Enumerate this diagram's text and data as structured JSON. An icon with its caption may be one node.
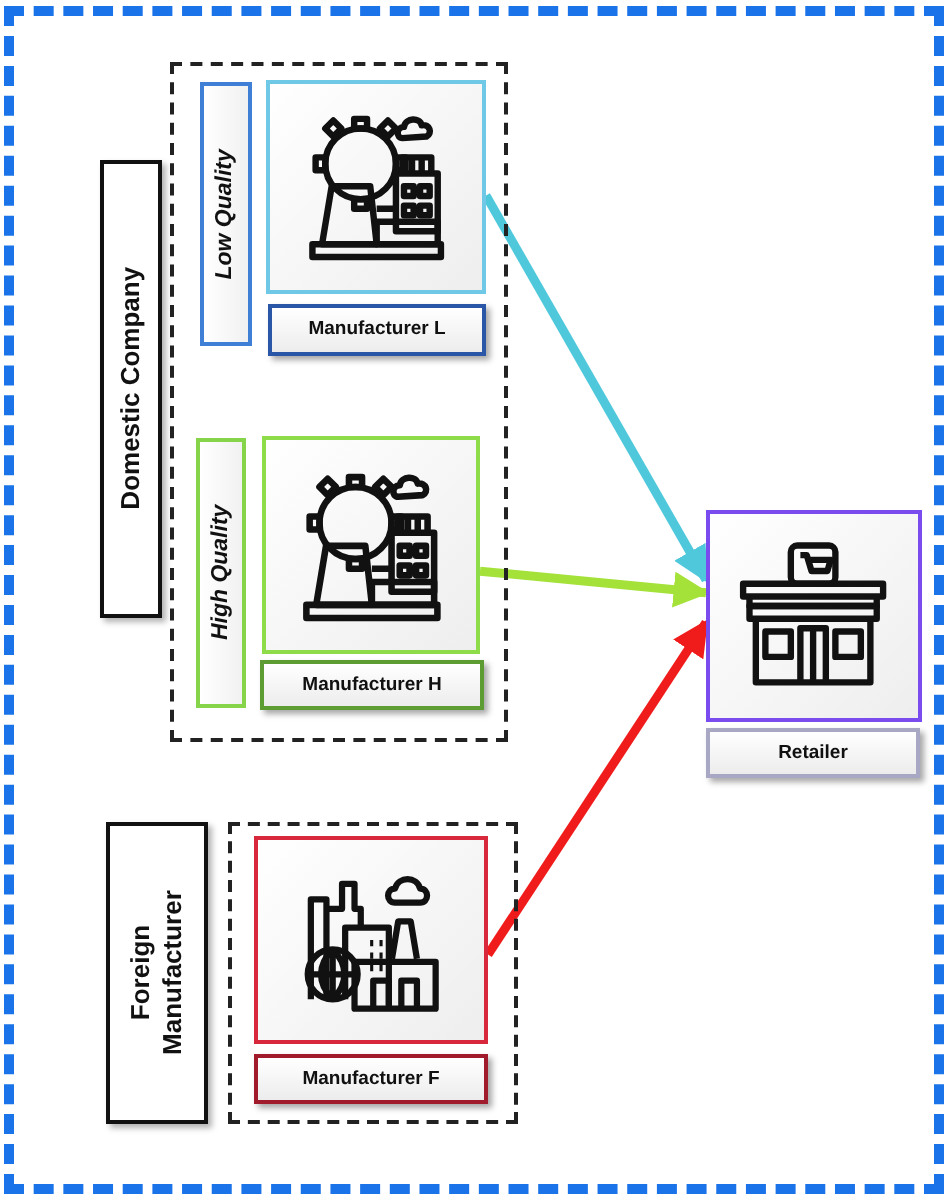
{
  "diagram": {
    "nodes": [
      {
        "text": [
          "Domestic Company"
        ]
      },
      {
        "text": [],
        "shape": "box"
      },
      {
        "text": [
          "Low Quality"
        ],
        "in": 1
      },
      {
        "text": [],
        "shape": "picture",
        "in": 1
      },
      {
        "text": [
          "Manufacturer L"
        ],
        "in": 1
      },
      {
        "text": [
          "High Quality"
        ],
        "in": 1
      },
      {
        "text": [],
        "shape": "picture",
        "in": 1
      },
      {
        "text": [
          "Manufacturer H"
        ],
        "in": 1
      },
      {
        "text": [
          "Foreign Manufacturer"
        ]
      },
      {
        "text": [],
        "shape": "box"
      },
      {
        "text": [],
        "shape": "picture",
        "in": 9
      },
      {
        "text": [
          "Manufacturer F"
        ],
        "in": 9
      },
      {
        "text": [],
        "shape": "picture"
      },
      {
        "text": [
          "Retailer"
        ]
      }
    ],
    "edges": [
      {
        "from": 3,
        "to": 12,
        "arrow": "to",
        "color": "#4fc8dc"
      },
      {
        "from": 6,
        "to": 12,
        "arrow": "to",
        "color": "#a4e23a"
      },
      {
        "from": 10,
        "to": 12,
        "arrow": "to",
        "color": "#f01c1c"
      }
    ]
  }
}
